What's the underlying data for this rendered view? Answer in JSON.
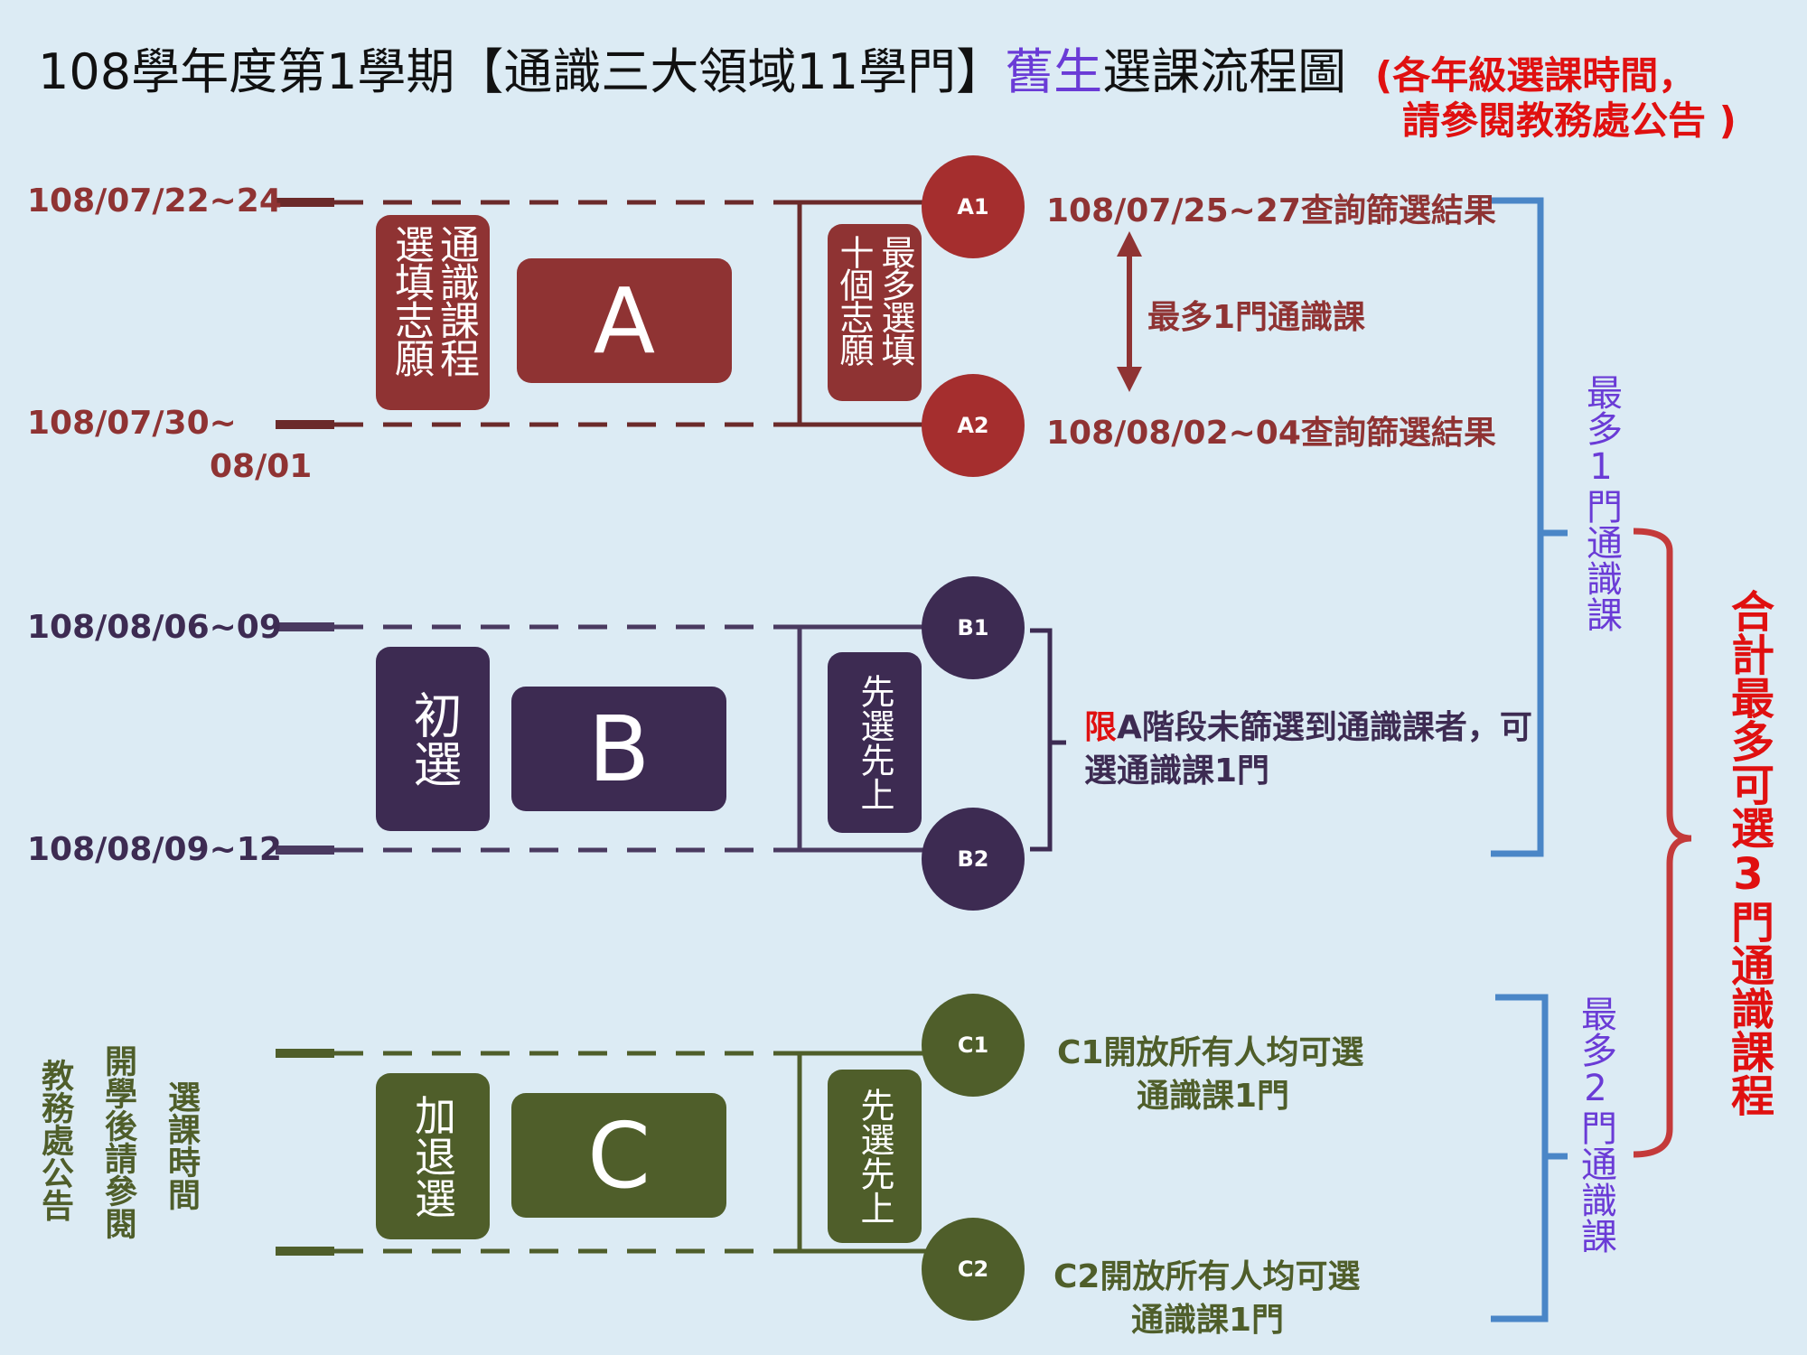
{
  "title": {
    "main": "108學年度第1學期【通識三大領域11學門】",
    "highlight": "舊生",
    "tail": "選課流程圖"
  },
  "note": {
    "line1": "(各年級選課時間，",
    "line2": "請參閱教務處公告 )"
  },
  "stageA": {
    "date_start": "108/07/22~24",
    "date_end_1": "108/07/30~",
    "date_end_2": "08/01",
    "label": "通識課程選填志願",
    "letter": "A",
    "rule": "最多選填十個志願",
    "c1": "A1",
    "c2": "A2",
    "result1": "108/07/25~27查詢篩選結果",
    "result2": "108/08/02~04查詢篩選結果",
    "limit": "最多1門通識課"
  },
  "stageB": {
    "date_start": "108/08/06~09",
    "date_end": "108/08/09~12",
    "label": "初選",
    "letter": "B",
    "rule": "先選先上",
    "c1": "B1",
    "c2": "B2",
    "info_red": "限",
    "info_rest": "A階段未篩選到通識課者，可",
    "info_line2": "選通識課1門"
  },
  "stageC": {
    "label": "加退選",
    "letter": "C",
    "rule": "先選先上",
    "c1": "C1",
    "c2": "C2",
    "info1_line1": "C1開放所有人均可選",
    "info1_line2": "通識課1門",
    "info2_line1": "C2開放所有人均可選",
    "info2_line2": "通識課1門",
    "time_col1": "選課時間",
    "time_col2": "開學後請參閱",
    "time_col3": "教務處公告"
  },
  "brackets": {
    "ab_label": "最多1門通識課",
    "c_label": "最多2門通識課",
    "total": "合計最多可選3門通識課程"
  },
  "colors": {
    "A": "#8f3333",
    "A_line": "#6b2a2a",
    "B": "#3d2b52",
    "B_line": "#4a3a60",
    "C": "#4f5e2a",
    "C_line": "#4f5e2a",
    "blue": "#4a86c7",
    "red": "#c43a3a"
  }
}
